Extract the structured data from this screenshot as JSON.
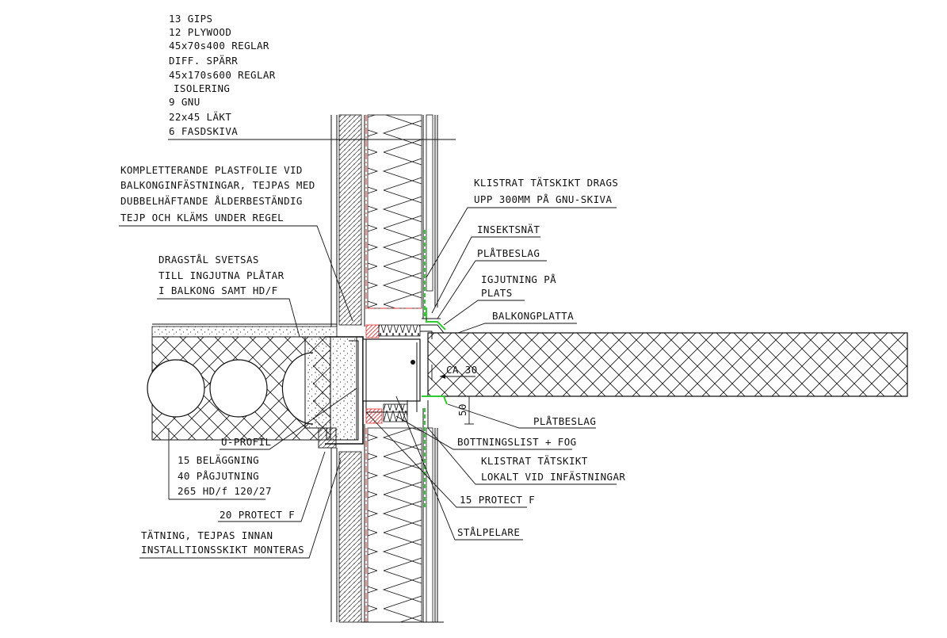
{
  "layers": {
    "l1": "13 GIPS",
    "l2": "12 PLYWOOD",
    "l3": "45x70s400 REGLAR",
    "l4": "DIFF. SPÄRR",
    "l5": "45x170s600 REGLAR",
    "l6": "ISOLERING",
    "l7": "9 GNU",
    "l8": "22x45 LÄKT",
    "l9": "6 FASDSKIVA"
  },
  "notes": {
    "plastfolie": [
      "KOMPLETTERANDE PLASTFOLIE VID",
      "BALKONGINFÄSTNINGAR, TEJPAS MED",
      "DUBBELHÄFTANDE ÅLDERBESTÄNDIG",
      "TEJP OCH KLÄMS UNDER REGEL"
    ],
    "dragstal": [
      "DRAGSTÅL SVETSAS",
      "TILL INGJUTNA PLÅTAR",
      "I BALKONG SAMT HD/F"
    ],
    "uprofil": "U-PROFIL",
    "floor": [
      "15 BELÄGGNING",
      "40 PÅGJUTNING",
      "265 HD/f 120/27"
    ],
    "protect20": "20 PROTECT F",
    "tatning": [
      "TÄTNING, TEJPAS INNAN",
      "INSTALLTIONSSKIKT MONTERAS"
    ],
    "klistrat_top": [
      "KLISTRAT TÄTSKIKT DRAGS",
      "UPP 300MM PÅ GNU-SKIVA"
    ],
    "insektsnat": "INSEKTSNÄT",
    "platbeslag_top": "PLÅTBESLAG",
    "igjutning": [
      "IGJUTNING PÅ",
      "PLATS"
    ],
    "balkongplatta": "BALKONGPLATTA",
    "ca30": "CA 30",
    "dim50": "50",
    "platbeslag_bottom": "PLÅTBESLAG",
    "bottningslist": "BOTTNINGSLIST + FOG",
    "klistrat_bottom": [
      "KLISTRAT TÄTSKIKT",
      "LOKALT VID INFÄSTNINGAR"
    ],
    "protect15": "15 PROTECT F",
    "stalpelare": "STÅLPELARE"
  },
  "colors": {
    "line": "#111111",
    "membrane": "#2ecc2e",
    "diff_barrier": "#e03030",
    "fill_hatch": "#e8e8e8"
  }
}
